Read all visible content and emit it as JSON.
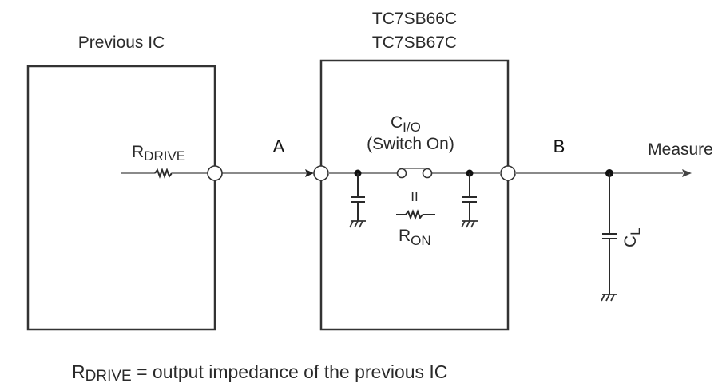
{
  "blocks": {
    "previous_ic": {
      "title": "Previous IC"
    },
    "switch_ic": {
      "title_lines": [
        "TC7SB66C",
        "TC7SB67C"
      ]
    }
  },
  "labels": {
    "r_drive": {
      "main": "R",
      "sub": "DRIVE"
    },
    "node_a": "A",
    "node_b": "B",
    "c_io": {
      "main": "C",
      "sub": "I/O"
    },
    "switch_state": "(Switch On)",
    "equivalence": "II",
    "r_on": {
      "main": "R",
      "sub": "ON"
    },
    "c_l": {
      "main": "C",
      "sub": "L"
    },
    "measure": "Measure"
  },
  "footnote": {
    "main": "R",
    "sub": "DRIVE",
    "text": " = output impedance of the previous IC"
  }
}
